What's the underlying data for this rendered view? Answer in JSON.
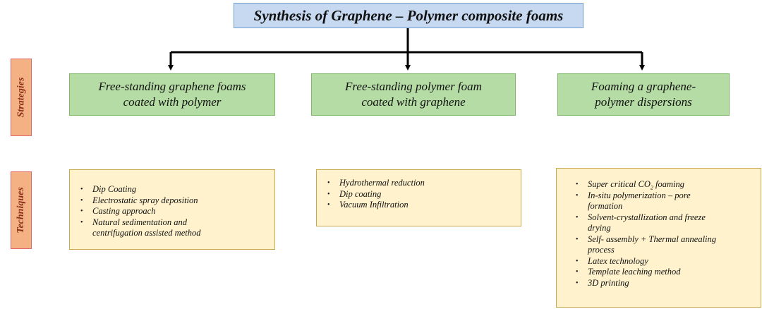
{
  "title": "Synthesis of Graphene – Polymer composite foams",
  "side_labels": {
    "strategies": "Strategies",
    "techniques": "Techniques"
  },
  "strategies": [
    {
      "line1": "Free-standing graphene foams",
      "line2": "coated with polymer"
    },
    {
      "line1": "Free-standing polymer foam",
      "line2": "coated with graphene"
    },
    {
      "line1": "Foaming a graphene-",
      "line2": "polymer dispersions"
    }
  ],
  "techniques": {
    "t1": [
      "Dip Coating",
      "Electrostatic spray deposition",
      "Casting approach",
      "Natural sedimentation and",
      "centrifugation assisted method"
    ],
    "t2": [
      "Hydrothermal reduction",
      "Dip coating",
      "Vacuum Infiltration"
    ],
    "t3": {
      "supercritical_pre": "Super critical CO",
      "supercritical_sub": "2",
      "supercritical_post": " foaming",
      "insitu_a": "In-situ polymerization – pore",
      "insitu_b": "formation",
      "solvent_a": "Solvent-crystallization and freeze",
      "solvent_b": "drying",
      "self_a": "Self- assembly + Thermal annealing",
      "self_b": "process",
      "latex": "Latex technology",
      "template": "Template leaching method",
      "printing": "3D printing"
    }
  },
  "colors": {
    "title_fill": "#c6d9f1",
    "strategy_fill": "#b5dca4",
    "technique_fill": "#fff2cc",
    "label_fill": "#f4b183",
    "label_border": "#e06666"
  }
}
